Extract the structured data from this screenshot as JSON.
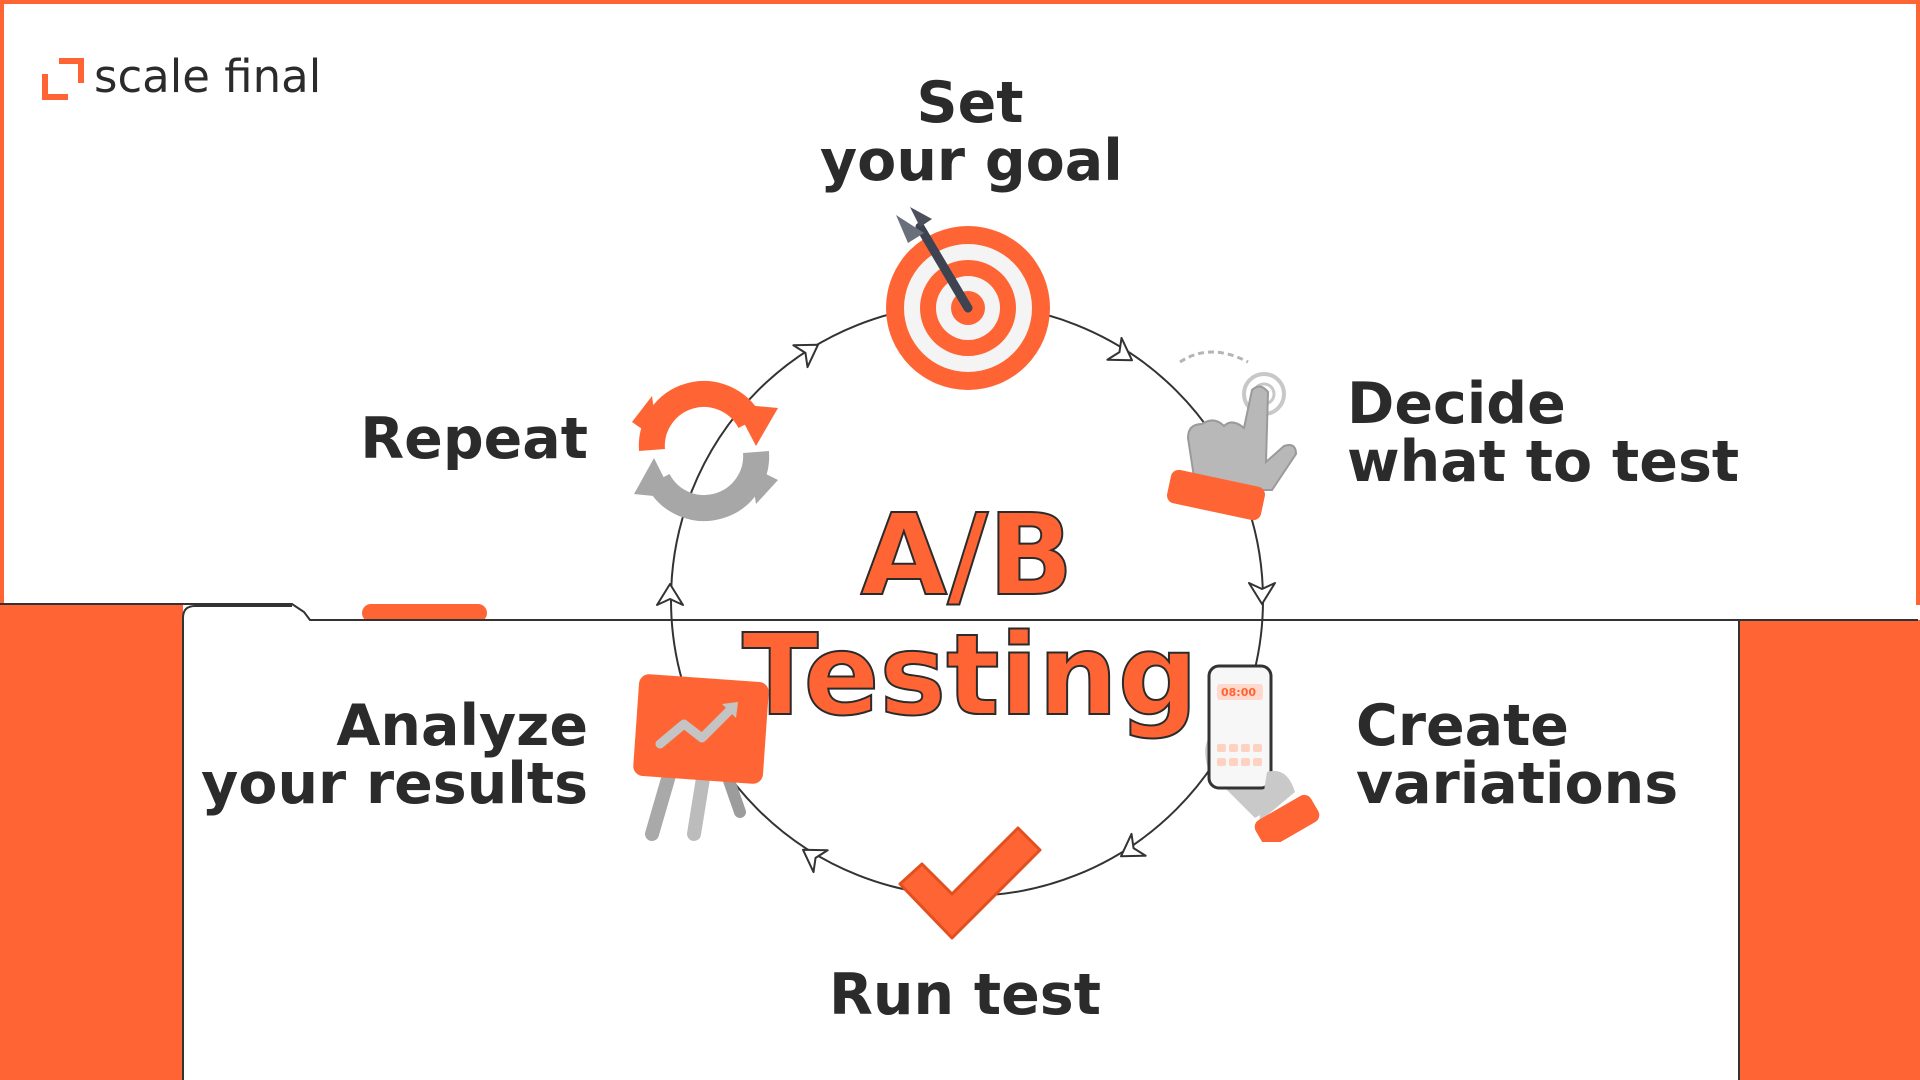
{
  "brand": {
    "name": "scale final"
  },
  "diagram": {
    "title_line1": "A/B",
    "title_line2": "Testing",
    "steps": [
      {
        "line1": "Set",
        "line2": "your goal",
        "icon": "target-dart-icon"
      },
      {
        "line1": "Decide",
        "line2": "what to test",
        "icon": "hand-pointer-icon"
      },
      {
        "line1": "Create",
        "line2": "variations",
        "icon": "phone-in-hand-icon"
      },
      {
        "line1": "Run test",
        "line2": "",
        "icon": "checkmark-icon"
      },
      {
        "line1": "Analyze",
        "line2": "your results",
        "icon": "chart-board-icon"
      },
      {
        "line1": "Repeat",
        "line2": "",
        "icon": "refresh-arrows-icon"
      }
    ]
  },
  "colors": {
    "accent": "#ff6534",
    "text": "#2b2b2b",
    "icon_gray": "#a9a9a9",
    "border": "#333333"
  }
}
